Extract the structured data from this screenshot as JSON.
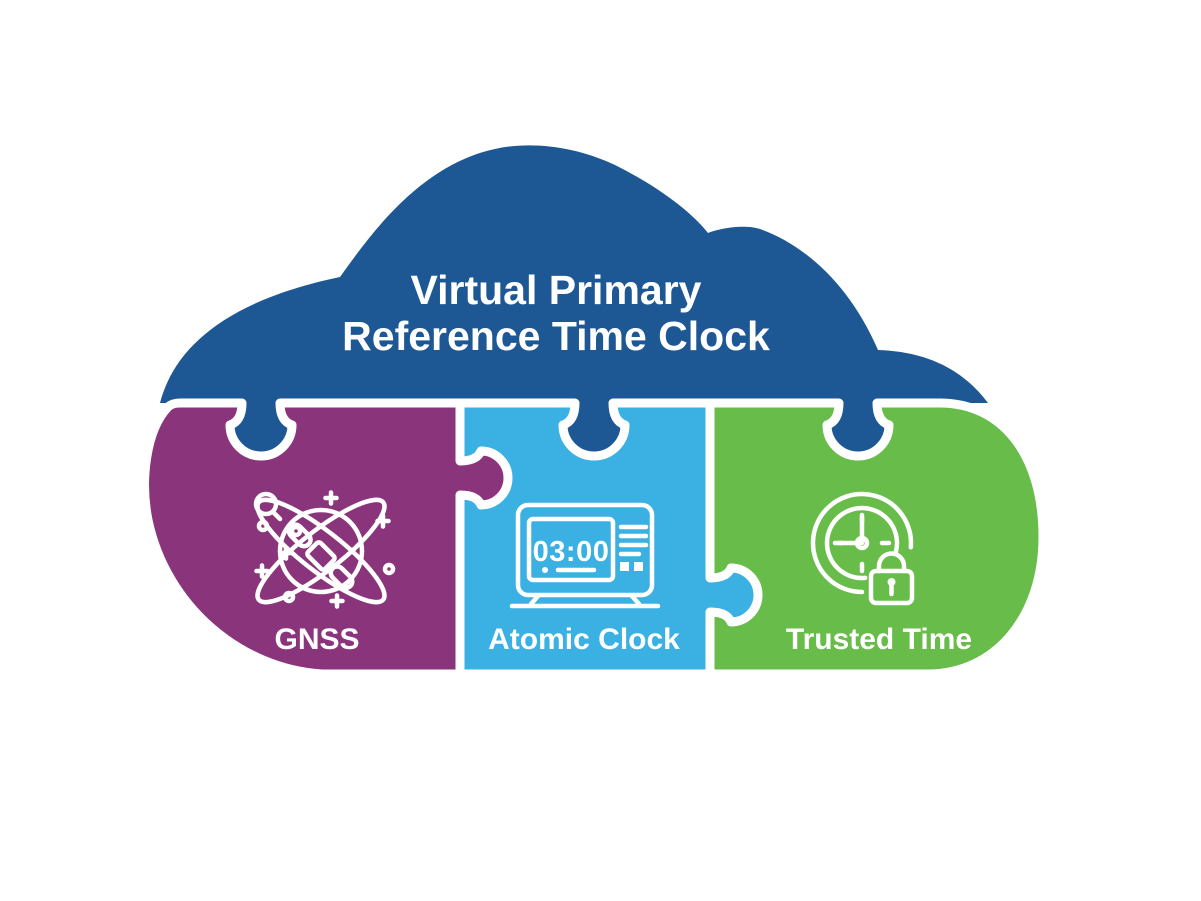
{
  "figure": {
    "title_line1": "Virtual Primary",
    "title_line2": "Reference Time Clock",
    "cloud_color": "#1d5794"
  },
  "pieces": [
    {
      "label": "GNSS",
      "color": "#8a357b",
      "icon": "gnss-satellite-icon"
    },
    {
      "label": "Atomic Clock",
      "color": "#3bb0e3",
      "icon": "atomic-clock-icon",
      "clock_display": "03:00"
    },
    {
      "label": "Trusted Time",
      "color": "#68bc4a",
      "icon": "trusted-time-lock-icon"
    }
  ],
  "colors": {
    "background": "#ffffff",
    "outline": "#ffffff",
    "text": "#ffffff"
  }
}
